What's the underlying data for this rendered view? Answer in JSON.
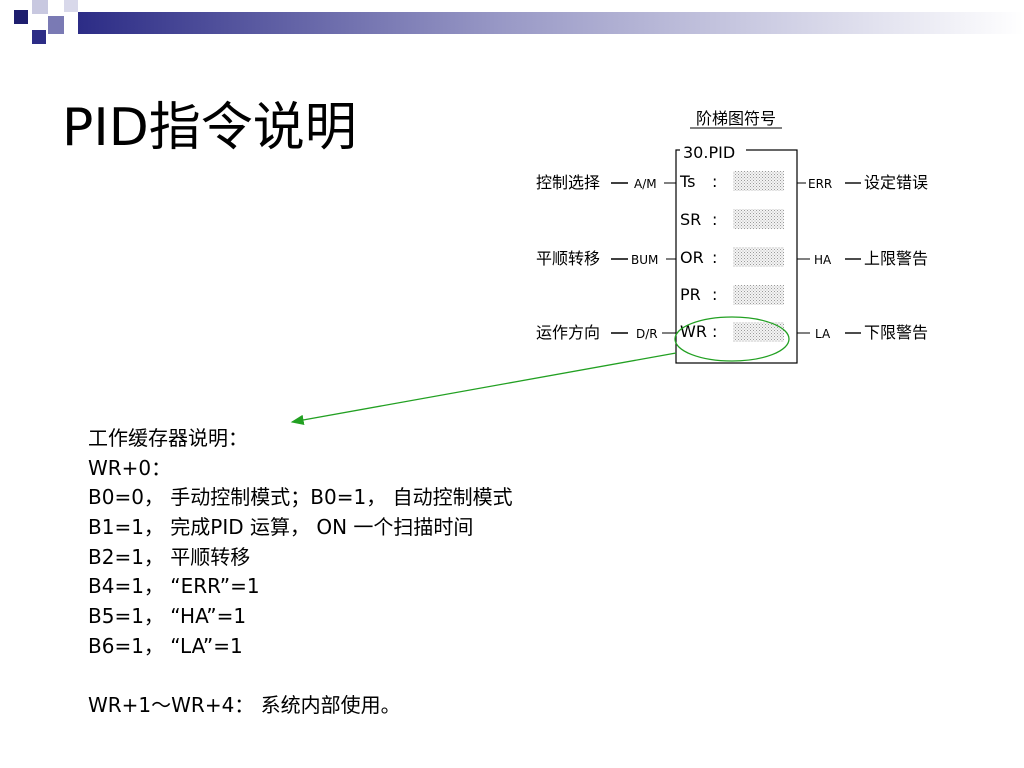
{
  "title": "PID指令说明",
  "diagram": {
    "header": "阶梯图符号",
    "block_name": "30.PID",
    "left": [
      {
        "label": "控制选择",
        "pin": "A/M"
      },
      {
        "label": "平顺转移",
        "pin": "BUM"
      },
      {
        "label": "运作方向",
        "pin": "D/R"
      }
    ],
    "operands": [
      "Ts",
      "SR",
      "OR",
      "PR",
      "WR"
    ],
    "sep": ":",
    "right": [
      {
        "pin": "ERR",
        "label": "设定错误"
      },
      {
        "pin": "HA",
        "label": "上限警告"
      },
      {
        "pin": "LA",
        "label": "下限警告"
      }
    ]
  },
  "body": {
    "lines": [
      "工作缓存器说明：",
      "WR+0：",
      "B0=0， 手动控制模式；B0=1， 自动控制模式",
      "B1=1， 完成PID 运算， ON 一个扫描时间",
      "B2=1， 平顺转移",
      "B4=1， “ERR”=1",
      "B5=1， “HA”=1",
      "B6=1， “LA”=1",
      "",
      "WR+1～WR+4： 系统内部使用。"
    ]
  },
  "colors": {
    "accent_dark": "#2c2c86",
    "accent_mid": "#8080b8",
    "arrow": "#22a022",
    "ellipse": "#22a022"
  }
}
